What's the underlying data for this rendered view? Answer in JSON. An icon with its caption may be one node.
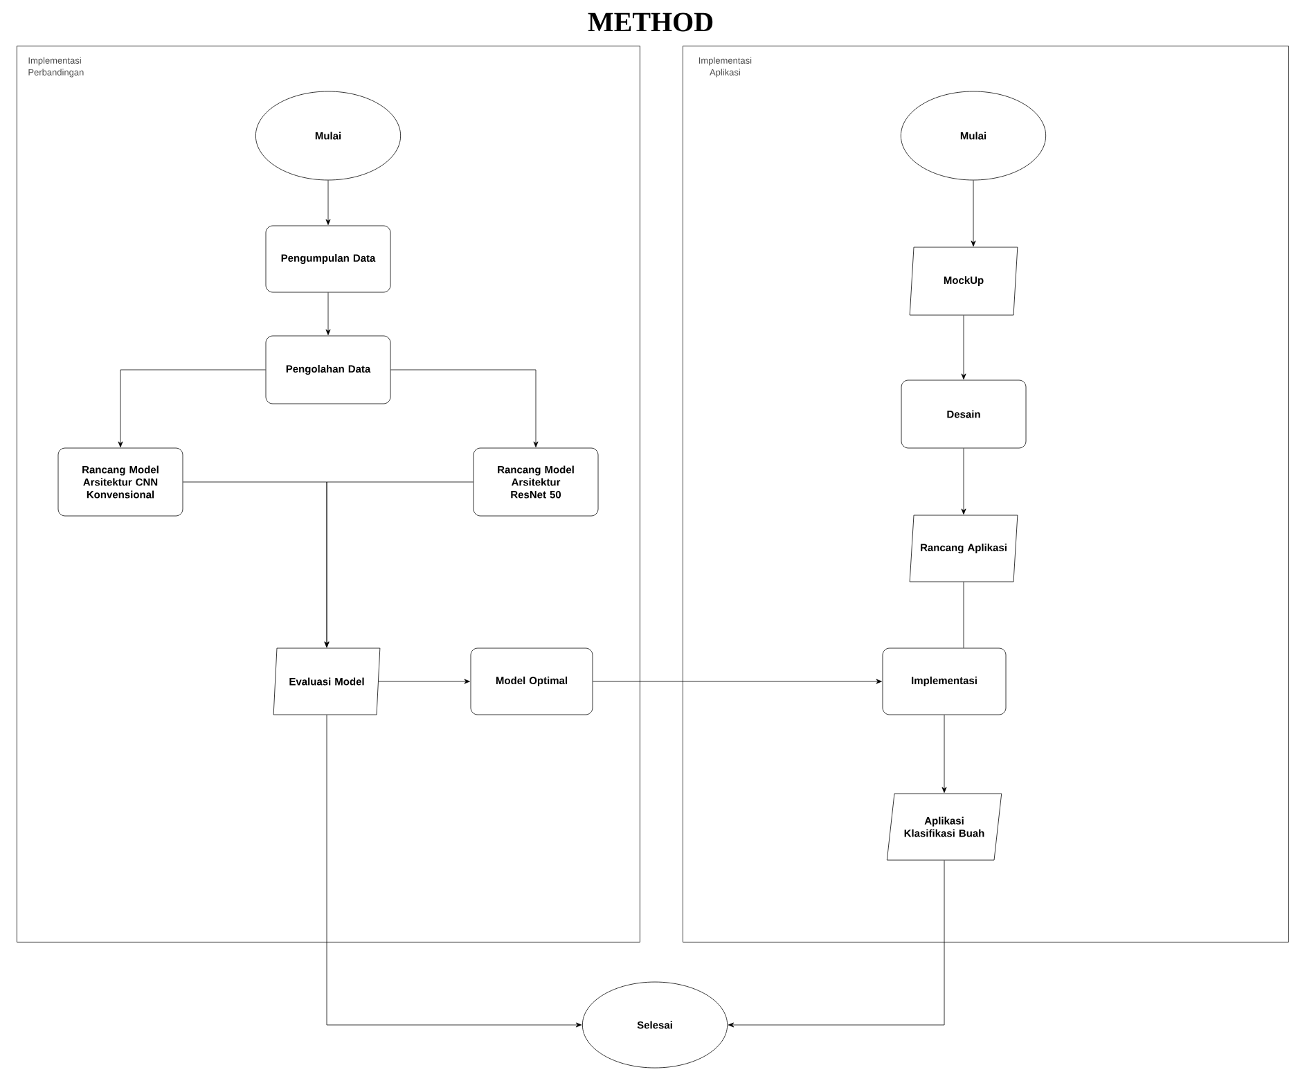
{
  "diagram": {
    "title": "METHOD",
    "nodes": [
      {
        "text": [
          "Implementasi Perbandingan"
        ]
      },
      {
        "text": [
          "Mulai"
        ],
        "in": 0
      },
      {
        "text": [
          "Pengumpulan Data"
        ],
        "in": 0
      },
      {
        "text": [
          "Pengolahan Data"
        ],
        "in": 0
      },
      {
        "text": [
          "Rancang Model Arsitektur CNN Konvensional"
        ],
        "in": 0
      },
      {
        "text": [
          "Rancang Model Arsitektur ResNet 50"
        ],
        "in": 0
      },
      {
        "text": [
          "Evaluasi Model"
        ],
        "in": 0
      },
      {
        "text": [
          "Model Optimal"
        ],
        "in": 0
      },
      {
        "text": [
          "Implementasi Aplikasi"
        ]
      },
      {
        "text": [
          "Mulai"
        ],
        "in": 8
      },
      {
        "text": [
          "MockUp"
        ],
        "in": 8
      },
      {
        "text": [
          "Desain"
        ],
        "in": 8
      },
      {
        "text": [
          "Rancang Aplikasi"
        ],
        "in": 8
      },
      {
        "text": [
          "Implementasi"
        ],
        "in": 8
      },
      {
        "text": [
          "Aplikasi Klasifikasi Buah"
        ],
        "in": 8
      },
      {
        "text": [
          "Selesai"
        ]
      }
    ],
    "edges": [
      {
        "from": 1,
        "to": 2,
        "arrow": "to"
      },
      {
        "from": 2,
        "to": 3,
        "arrow": "to"
      },
      {
        "from": 3,
        "to": 4,
        "arrow": "to"
      },
      {
        "from": 3,
        "to": 5,
        "arrow": "to"
      },
      {
        "from": 4,
        "to": 6,
        "arrow": "to"
      },
      {
        "from": 5,
        "to": 6,
        "arrow": "to"
      },
      {
        "from": 6,
        "to": 7,
        "arrow": "to"
      },
      {
        "from": 7,
        "to": 13,
        "arrow": "to"
      },
      {
        "from": 6,
        "to": 15,
        "arrow": "to"
      },
      {
        "from": 9,
        "to": 10,
        "arrow": "to"
      },
      {
        "from": 10,
        "to": 11,
        "arrow": "to"
      },
      {
        "from": 11,
        "to": 12,
        "arrow": "to"
      },
      {
        "from": 12,
        "to": 13,
        "arrow": "none"
      },
      {
        "from": 13,
        "to": 14,
        "arrow": "to"
      },
      {
        "from": 14,
        "to": 15,
        "arrow": "to"
      }
    ]
  }
}
